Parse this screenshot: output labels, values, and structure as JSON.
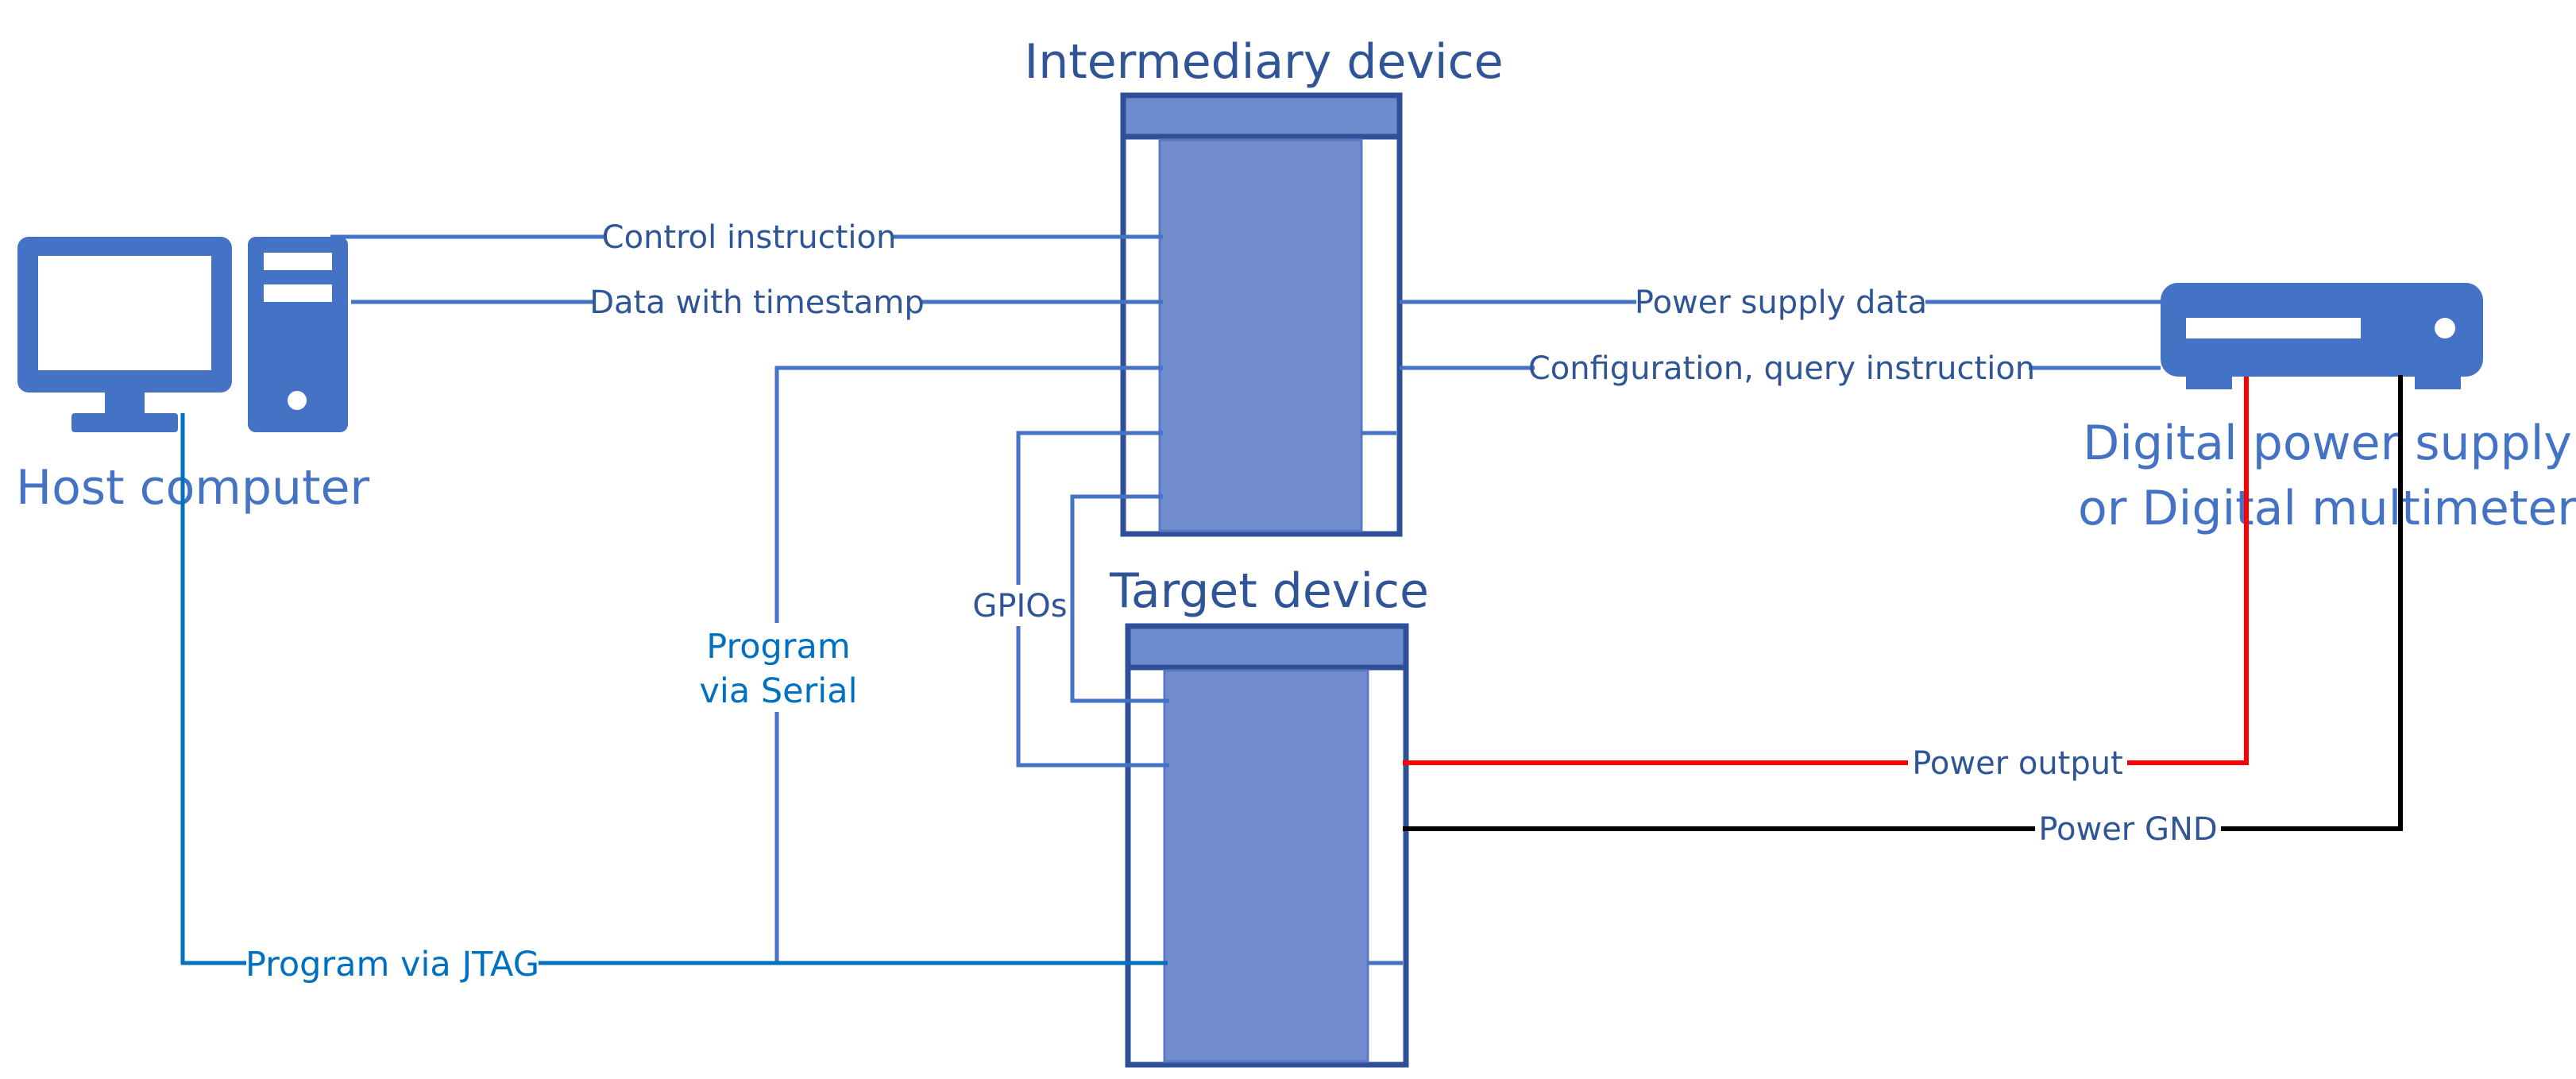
{
  "nodes": {
    "host_computer": {
      "label": "Host computer"
    },
    "intermediary_device": {
      "label": "Intermediary device"
    },
    "target_device": {
      "label": "Target device"
    },
    "power_device": {
      "label_line1": "Digital power supply",
      "label_line2": "or Digital multimeter"
    }
  },
  "edges": {
    "control_instruction": "Control instruction",
    "data_with_timestamp": "Data with timestamp",
    "power_supply_data": "Power supply data",
    "configuration_query": "Configuration, query instruction",
    "gpios": "GPIOs",
    "program_via_serial_line1": "Program",
    "program_via_serial_line2": "via Serial",
    "program_via_jtag": "Program via JTAG",
    "power_output": "Power output",
    "power_gnd": "Power GND"
  },
  "colors": {
    "line_blue": "#4472C4",
    "jtag_blue": "#0070C0",
    "text_blue": "#2F5597",
    "device_fill": "#728DCE",
    "device_border": "#2F4F99",
    "device_header": "#6E8BD0",
    "power_red": "#FF0000",
    "gnd_black": "#000000"
  }
}
